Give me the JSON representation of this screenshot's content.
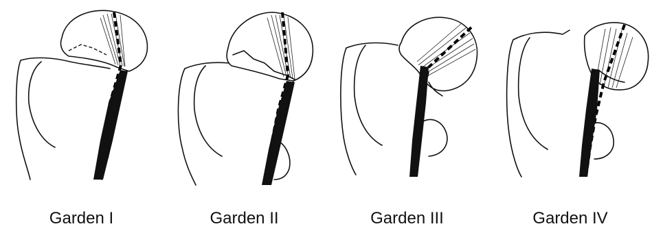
{
  "diagram": {
    "panels": [
      {
        "id": "garden-1",
        "label": "Garden I"
      },
      {
        "id": "garden-2",
        "label": "Garden II"
      },
      {
        "id": "garden-3",
        "label": "Garden III"
      },
      {
        "id": "garden-4",
        "label": "Garden IV"
      }
    ]
  }
}
